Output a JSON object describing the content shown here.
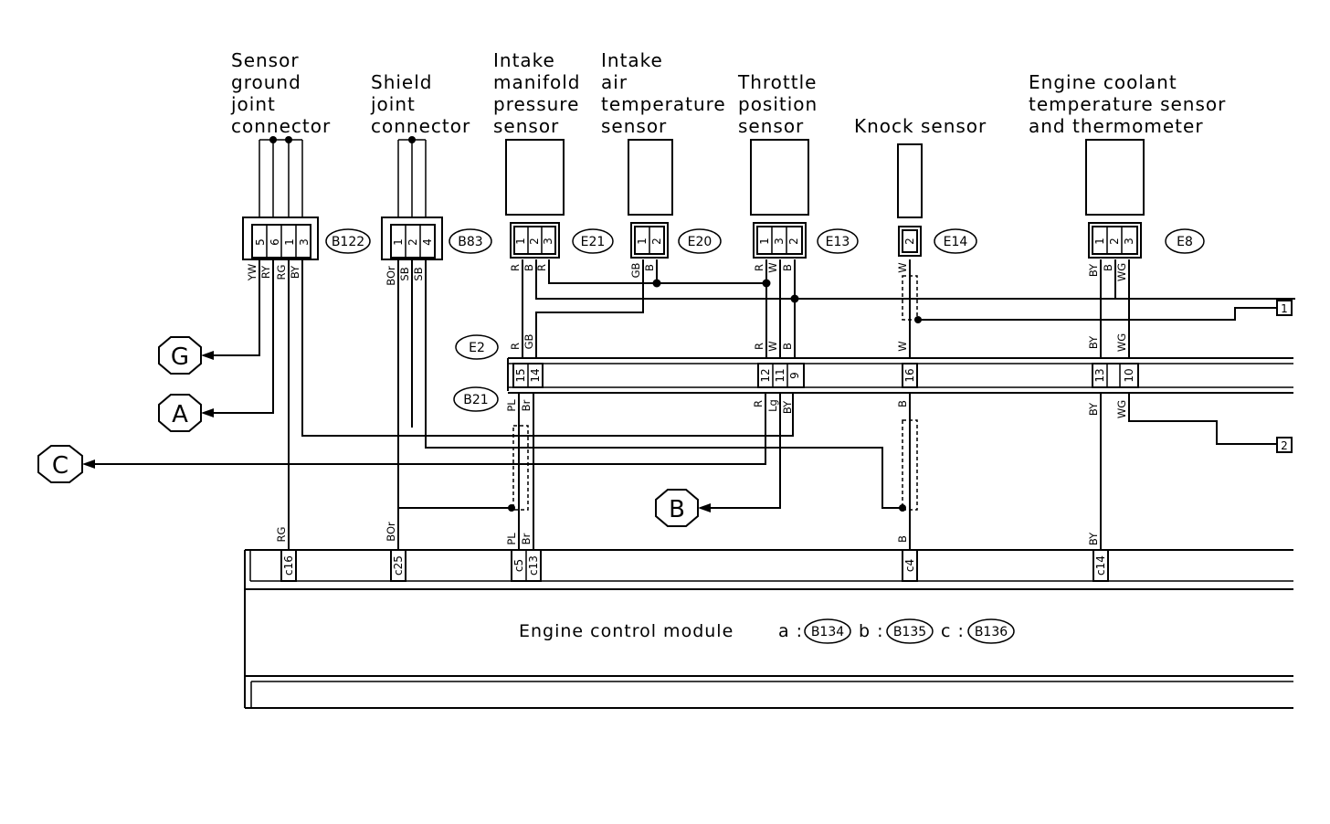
{
  "components": {
    "sgjc": "Sensor\nground\njoint\nconnector",
    "sjc": "Shield\njoint\nconnector",
    "imps": "Intake\nmanifold\npressure\nsensor",
    "iats": "Intake\nair\ntemperature\nsensor",
    "tps": "Throttle\nposition\nsensor",
    "ks": "Knock sensor",
    "ects": "Engine coolant\ntemperature sensor\nand thermometer"
  },
  "connectors": {
    "b122": {
      "id": "B122",
      "pins": [
        "5",
        "6",
        "1",
        "3"
      ]
    },
    "b83": {
      "id": "B83",
      "pins": [
        "1",
        "2",
        "4"
      ]
    },
    "e21": {
      "id": "E21",
      "pins": [
        "1",
        "2",
        "3"
      ]
    },
    "e20": {
      "id": "E20",
      "pins": [
        "1",
        "2"
      ]
    },
    "e13": {
      "id": "E13",
      "pins": [
        "1",
        "3",
        "2"
      ]
    },
    "e14": {
      "id": "E14",
      "pins": [
        "2"
      ]
    },
    "e8": {
      "id": "E8",
      "pins": [
        "1",
        "2",
        "3"
      ]
    },
    "e2": {
      "id": "E2"
    },
    "b21": {
      "id": "B21",
      "pins": [
        "15",
        "14",
        "12",
        "11",
        "9",
        "16",
        "13",
        "10"
      ]
    }
  },
  "wire_colors": {
    "b122": [
      "YW",
      "RY",
      "RG",
      "BY"
    ],
    "b83": [
      "BOr",
      "SB",
      "SB"
    ],
    "e21": [
      "R",
      "B",
      "R"
    ],
    "e20": [
      "GB",
      "B"
    ],
    "e13": [
      "R",
      "W",
      "B"
    ],
    "e14": [
      "W"
    ],
    "e8": [
      "BY",
      "B",
      "WG"
    ],
    "e2_side": [
      "R",
      "GB",
      "R",
      "W",
      "B",
      "W",
      "BY",
      "WG"
    ],
    "b21_side": [
      "PL",
      "Br",
      "R",
      "Lg",
      "BY",
      "B",
      "BY",
      "WG"
    ],
    "ecm_side": [
      "RG",
      "BOr",
      "PL",
      "Br",
      "B",
      "BY"
    ]
  },
  "ecm_pins": [
    "c16",
    "c25",
    "c5",
    "c13",
    "c4",
    "c14"
  ],
  "refs": {
    "g": "G",
    "a": "A",
    "c": "C",
    "b": "B",
    "r1": "1",
    "r2": "2"
  },
  "ecm": {
    "label": "Engine control module",
    "a_prefix": "a :",
    "a_conn": "B134",
    "b_prefix": "b :",
    "b_conn": "B135",
    "c_prefix": "c :",
    "c_conn": "B136"
  }
}
